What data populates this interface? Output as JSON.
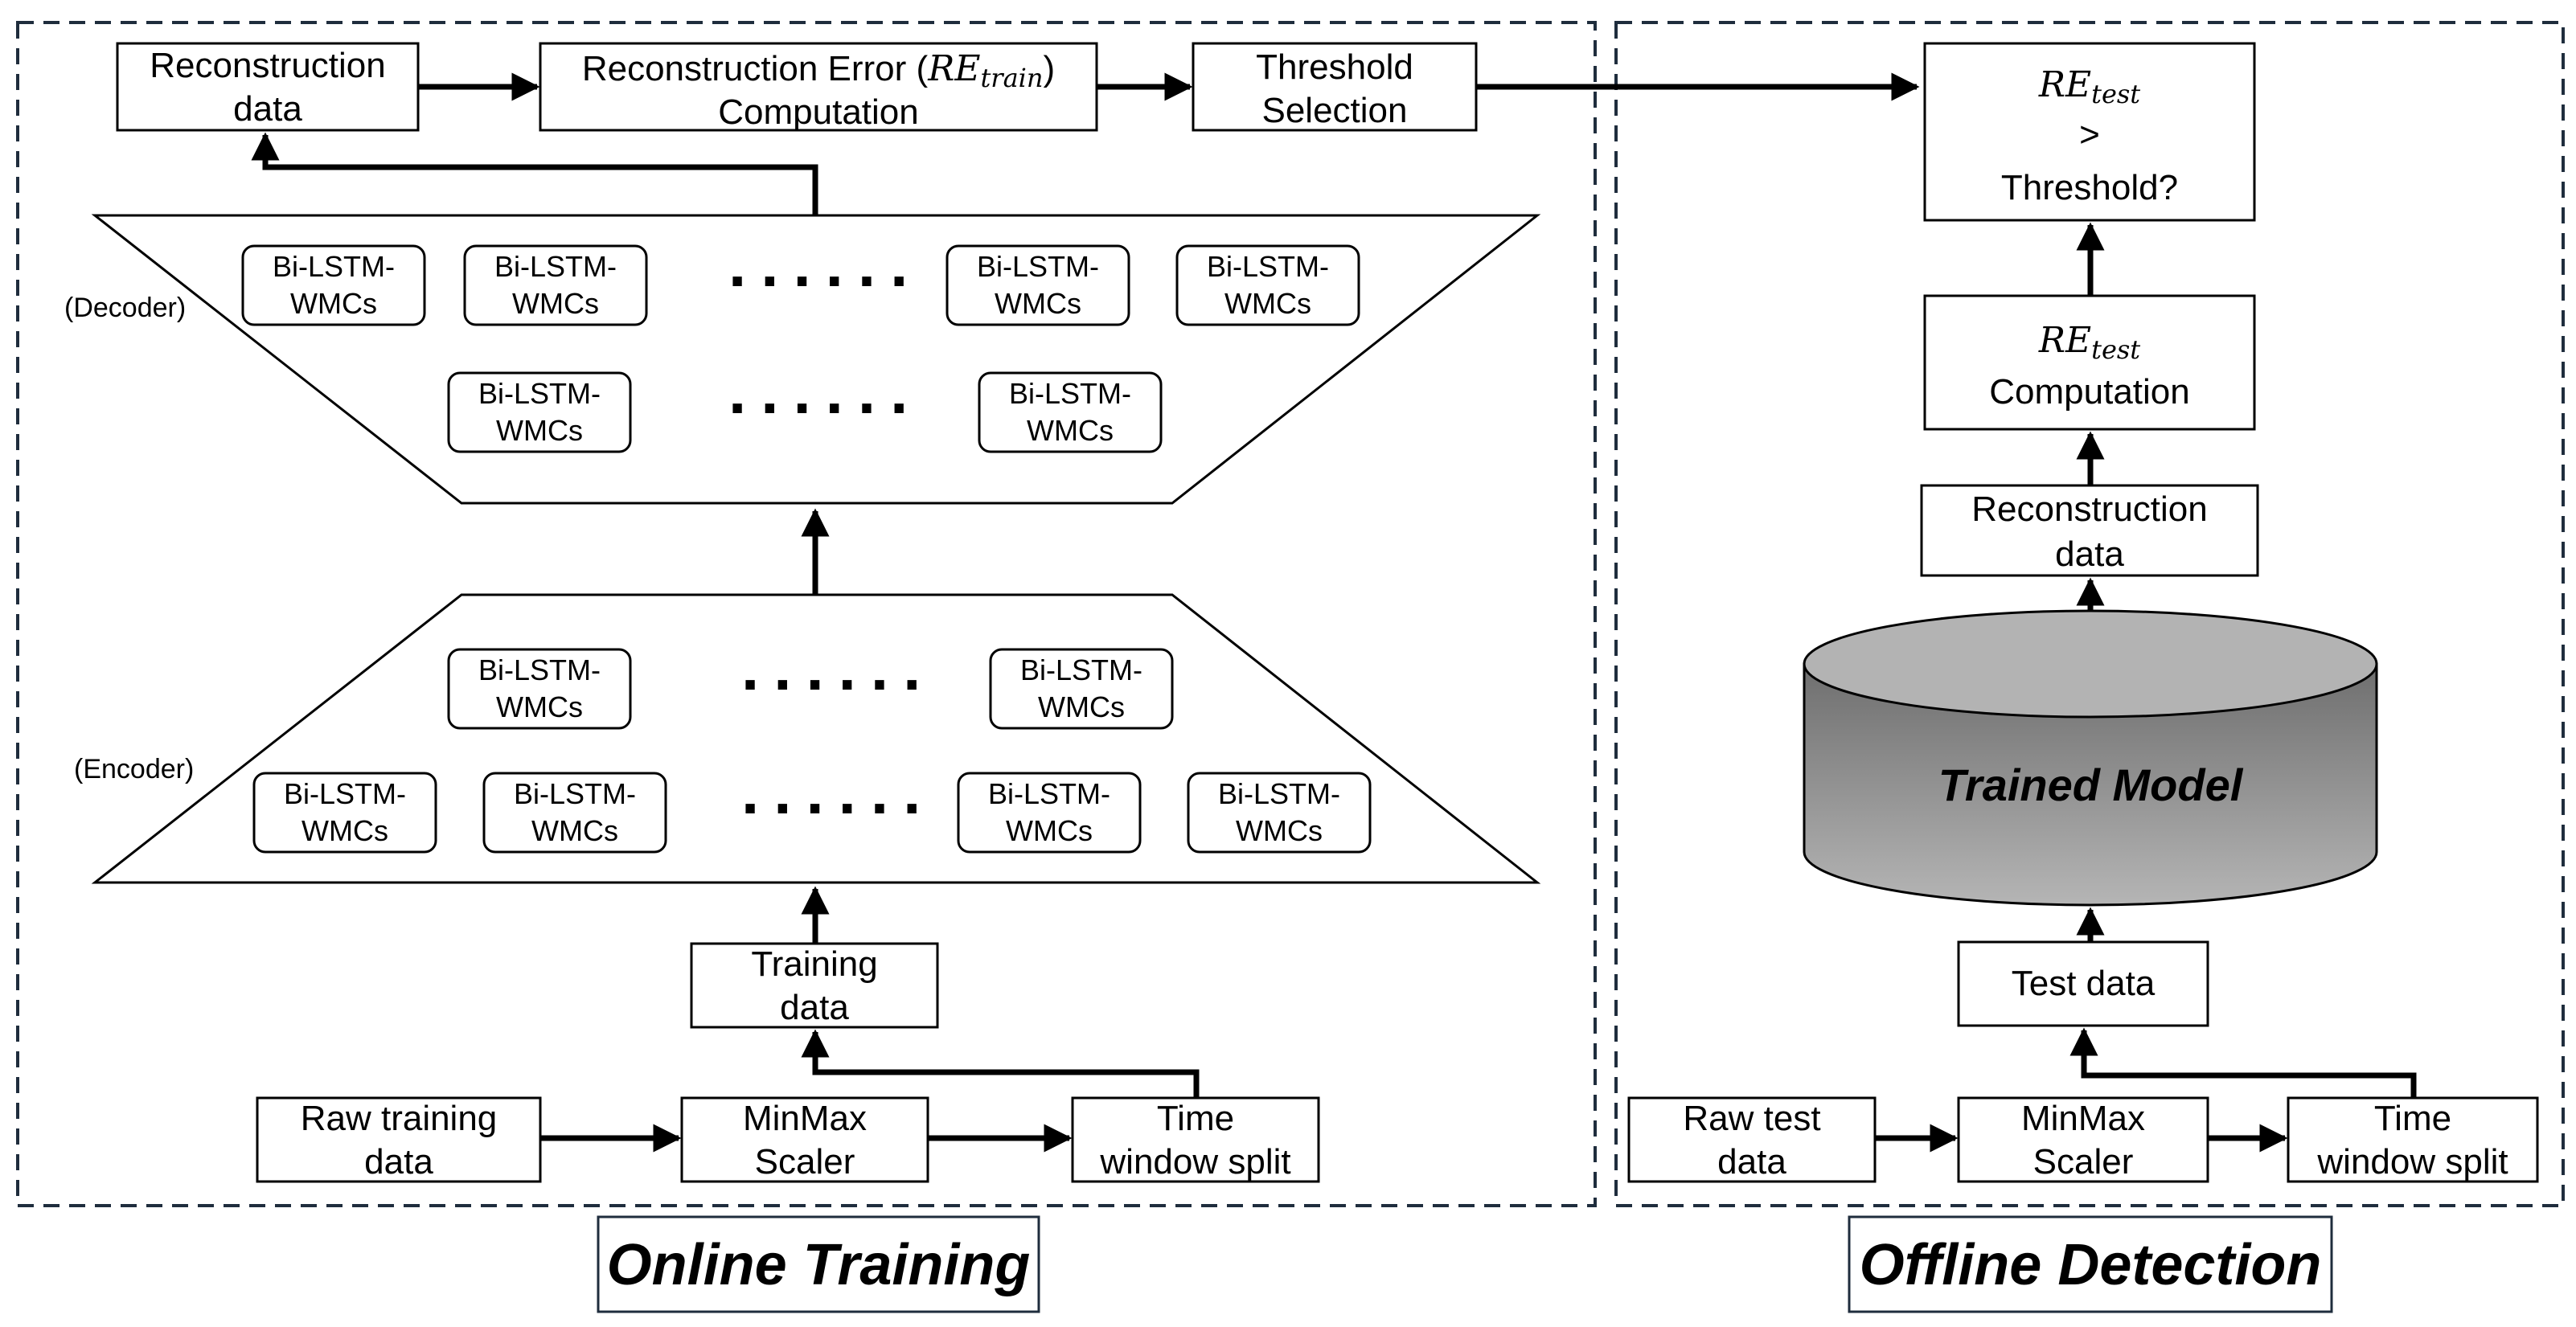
{
  "training": {
    "reconstruction_data": [
      "Reconstruction",
      "data"
    ],
    "re_computation": {
      "line1_prefix": "Reconstruction Error (",
      "math_main": "RE",
      "math_sub": "train",
      "line1_suffix": ")",
      "line2": "Computation"
    },
    "threshold_selection": [
      "Threshold",
      "Selection"
    ],
    "decoder_label": "(Decoder)",
    "encoder_label": "(Encoder)",
    "cell_label": [
      "Bi-LSTM-",
      "WMCs"
    ],
    "dots": "......",
    "training_data": [
      "Training",
      "data"
    ],
    "raw_training_data": [
      "Raw training",
      "data"
    ],
    "minmax_scaler": [
      "MinMax",
      "Scaler"
    ],
    "time_window_split": [
      "Time",
      "window split"
    ],
    "section_title": "Online Training"
  },
  "detection": {
    "threshold_check": {
      "math_main": "RE",
      "math_sub": "test",
      "line2": ">",
      "line3": "Threshold?"
    },
    "re_test_computation": {
      "math_main": "RE",
      "math_sub": "test",
      "line2": "Computation"
    },
    "reconstruction_data": [
      "Reconstruction",
      "data"
    ],
    "trained_model": "Trained Model",
    "test_data": "Test data",
    "raw_test_data": [
      "Raw test",
      "data"
    ],
    "minmax_scaler": [
      "MinMax",
      "Scaler"
    ],
    "time_window_split": [
      "Time",
      "window split"
    ],
    "section_title": "Offline Detection"
  },
  "colors": {
    "frame": "#1f2d3d",
    "cylinder_top": "#b3b3b3",
    "cylinder_body_dark": "#6e6e6e",
    "cylinder_body_light": "#b5b5b5"
  }
}
